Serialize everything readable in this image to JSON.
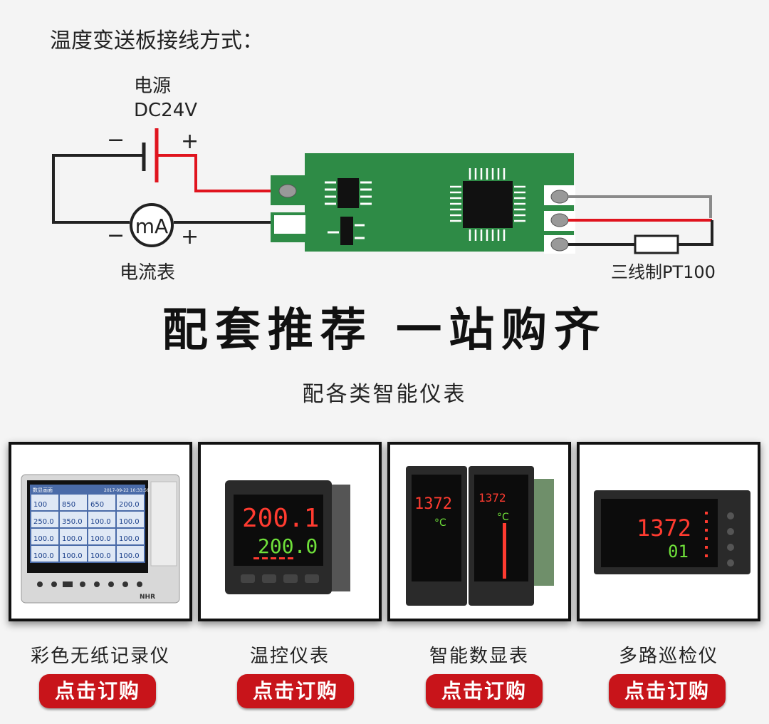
{
  "diagram": {
    "title": "温度变送板接线方式：",
    "power_name": "电源",
    "power_voltage": "DC24V",
    "meter_symbol": "mA",
    "meter_name": "电流表",
    "rtd_name": "三线制PT100",
    "minus": "−",
    "plus": "+",
    "wire_colors": {
      "positive": "#e0141e",
      "negative": "#222222",
      "gray": "#8a8a8a",
      "board": "#2e8b46"
    }
  },
  "headline": "配套推荐 一站购齐",
  "subheading": "配各类智能仪表",
  "products": [
    {
      "name": "彩色无纸记录仪",
      "button": "点击订购",
      "icon": "paperless-recorder-icon",
      "screen": {
        "title": "数显画面",
        "time": "2017-09-22 10:33:56",
        "cells": [
          "100",
          "850",
          "650",
          "200.0",
          "250.0",
          "350.0",
          "100.0",
          "100.0",
          "100.0",
          "100.0",
          "100.0",
          "100.0",
          "100.0",
          "100.0",
          "100.0",
          "100.0"
        ]
      }
    },
    {
      "name": "温控仪表",
      "button": "点击订购",
      "icon": "temperature-controller-icon",
      "display": {
        "pv": "200.1",
        "sv": "200.0"
      }
    },
    {
      "name": "智能数显表",
      "button": "点击订购",
      "icon": "digital-display-meter-icon",
      "display": {
        "left": "1372",
        "left_unit": "°C",
        "right": "1372",
        "right_unit": "°C"
      }
    },
    {
      "name": "多路巡检仪",
      "button": "点击订购",
      "icon": "multi-channel-inspector-icon",
      "display": {
        "pv": "1372",
        "channel": "01"
      }
    }
  ],
  "brand_mark": "NHR"
}
